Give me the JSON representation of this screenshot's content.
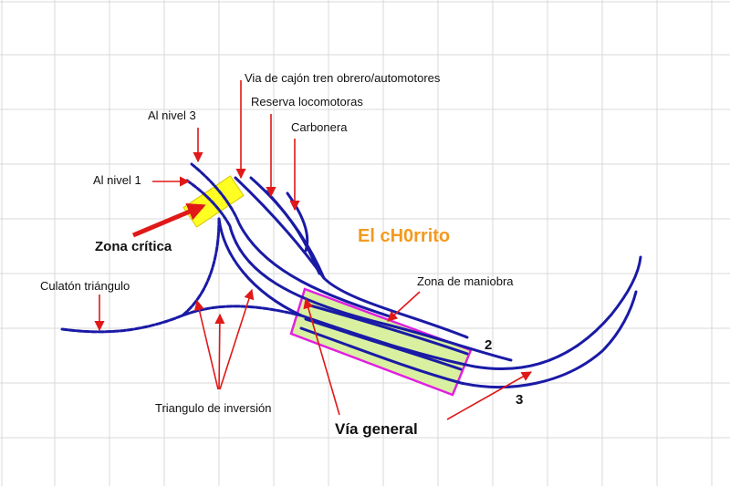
{
  "title": "El cH0rrito",
  "labels": {
    "via_cajon": "Via de cajón tren obrero/automotores",
    "reserva": "Reserva locomotoras",
    "carbonera": "Carbonera",
    "al_nivel_3": "Al nivel 3",
    "al_nivel_1": "Al nivel 1",
    "zona_critica": "Zona crítica",
    "culaton": "Culatón triángulo",
    "zona_maniobra": "Zona de maniobra",
    "triangulo": "Triangulo de inversión",
    "via_general": "Vía general",
    "track_2": "2",
    "track_3": "3"
  },
  "colors": {
    "track": "#1a1aa6",
    "arrow": "#e01818",
    "highlight_yellow": "#ffff22",
    "highlight_green": "#d8f0a0",
    "highlight_border": "#e020e0",
    "brand": "#f39a1e",
    "grid": "#d9d9d9"
  }
}
